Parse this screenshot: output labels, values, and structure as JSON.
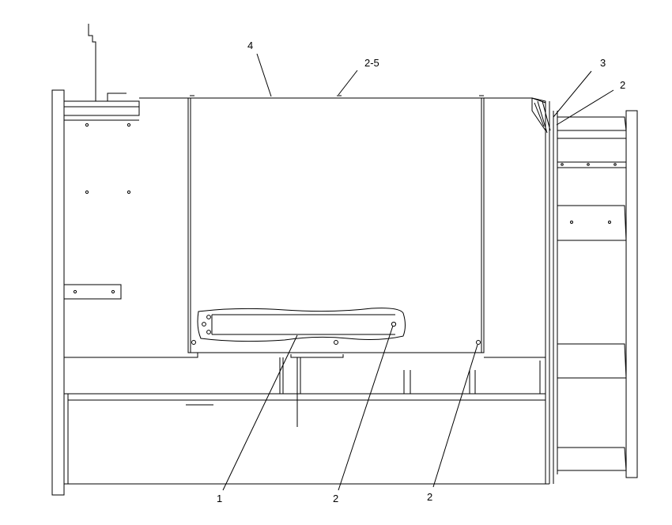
{
  "callouts": {
    "c1": "1",
    "c2_top": "2",
    "c2_bottom_mid": "2",
    "c2_bottom_right": "2",
    "c3": "3",
    "c4": "4",
    "c25": "2-5"
  },
  "colors": {
    "line": "#000000",
    "background": "#ffffff"
  }
}
